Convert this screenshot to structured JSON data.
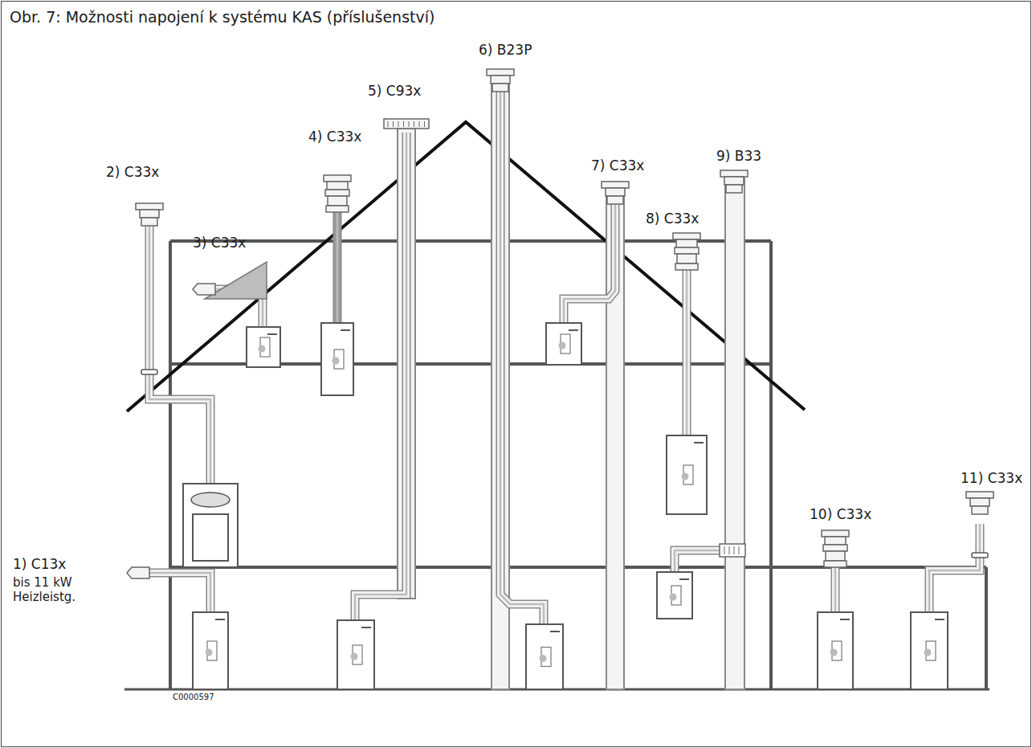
{
  "diagram": {
    "title": "Obr. 7: Možnosti napojení k systému KAS (příslušenství)",
    "labels": [
      "1) C13x",
      "bis 11 kW Heizleistg.",
      "2) C33x",
      "3) C33x",
      "4) C33x",
      "5) C93x",
      "6) B23P",
      "7) C33x",
      "8) C33x",
      "9) B33",
      "10) C33x",
      "11) C33x",
      "C0000597"
    ]
  }
}
